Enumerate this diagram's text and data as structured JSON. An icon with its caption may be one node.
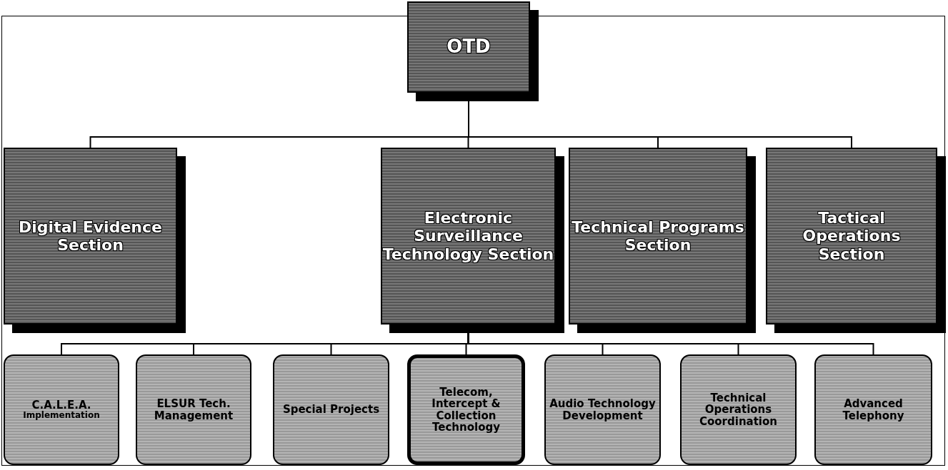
{
  "diagram": {
    "nodes": [
      {
        "text": [
          "OTD"
        ]
      },
      {
        "text": [
          "Digital Evidence Section"
        ]
      },
      {
        "text": [
          "Electronic Surveillance Technology Section"
        ]
      },
      {
        "text": [
          "Technical Programs Section"
        ]
      },
      {
        "text": [
          "Tactical Operations Section"
        ]
      },
      {
        "text": [
          "C.A.L.E.A.",
          "Implementation"
        ]
      },
      {
        "text": [
          "ELSUR Tech. Management"
        ]
      },
      {
        "text": [
          "Special Projects"
        ]
      },
      {
        "text": [
          "Telecom, Intercept & Collection Technology"
        ]
      },
      {
        "text": [
          "Audio Technology Development"
        ]
      },
      {
        "text": [
          "Technical Operations Coordination"
        ]
      },
      {
        "text": [
          "Advanced Telephony"
        ]
      }
    ],
    "edges": [
      {
        "from": 0,
        "to": 1,
        "arrow": "none"
      },
      {
        "from": 0,
        "to": 2,
        "arrow": "none"
      },
      {
        "from": 0,
        "to": 3,
        "arrow": "none"
      },
      {
        "from": 0,
        "to": 4,
        "arrow": "none"
      },
      {
        "from": 2,
        "to": 5,
        "arrow": "none"
      },
      {
        "from": 2,
        "to": 6,
        "arrow": "none"
      },
      {
        "from": 2,
        "to": 7,
        "arrow": "none"
      },
      {
        "from": 2,
        "to": 8,
        "arrow": "none"
      },
      {
        "from": 2,
        "to": 9,
        "arrow": "none"
      },
      {
        "from": 2,
        "to": 10,
        "arrow": "none"
      },
      {
        "from": 2,
        "to": 11,
        "arrow": "none"
      }
    ]
  }
}
